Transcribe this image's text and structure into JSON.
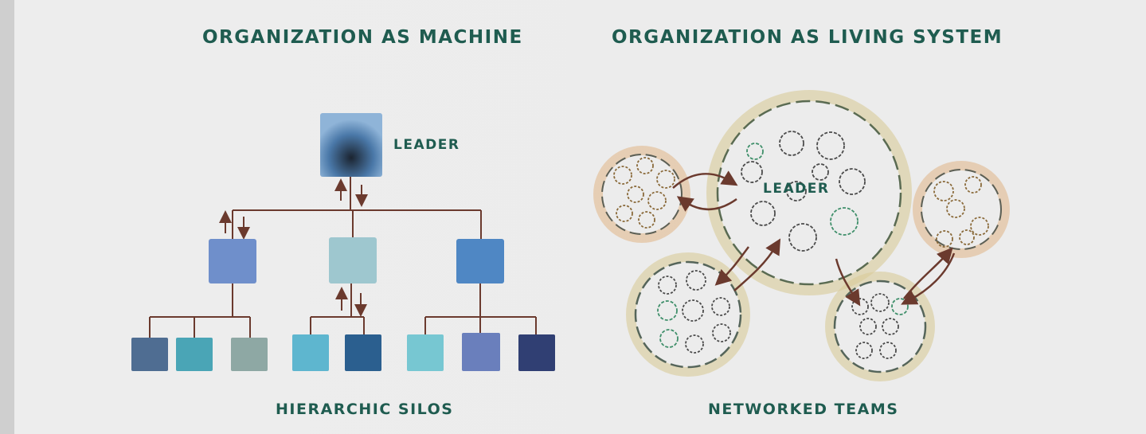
{
  "left_panel": {
    "title": "ORGANIZATION AS MACHINE",
    "leader_label": "LEADER",
    "caption": "HIERARCHIC SILOS"
  },
  "right_panel": {
    "title": "ORGANIZATION AS LIVING SYSTEM",
    "leader_label": "LEADER",
    "caption": "NETWORKED TEAMS"
  },
  "colors": {
    "text": "#1f5c50",
    "connector": "#6b3a2e",
    "background": "#ececec"
  }
}
